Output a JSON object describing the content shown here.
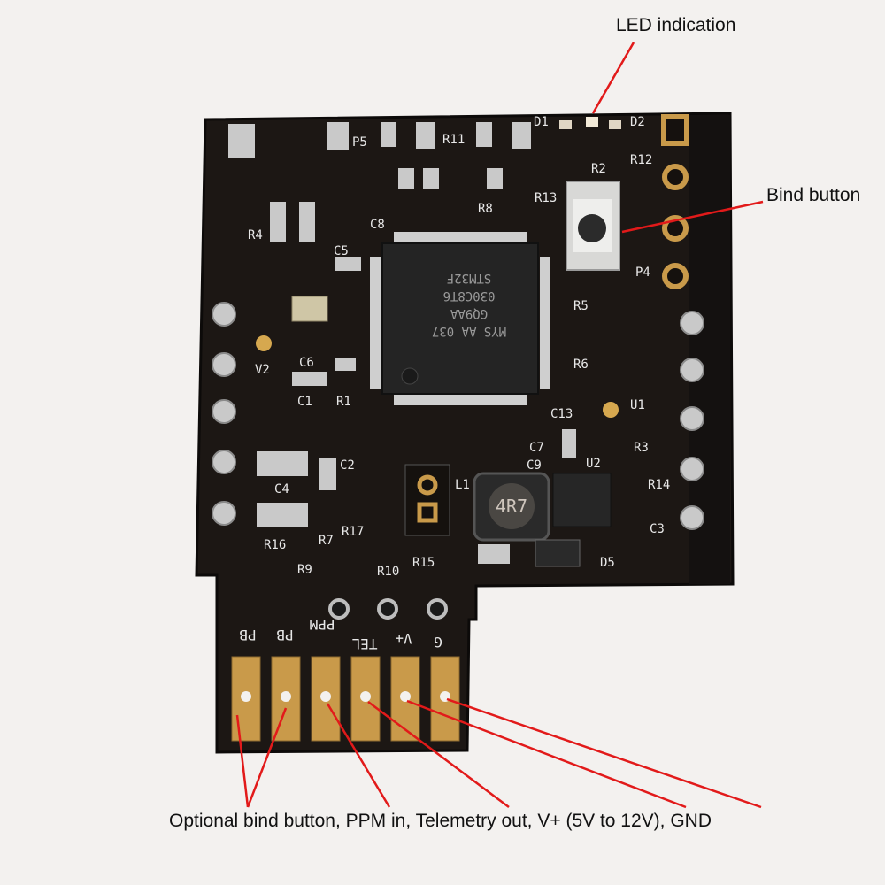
{
  "callouts": {
    "led": "LED indication",
    "bind": "Bind button",
    "pins": "Optional bind button, PPM in, Telemetry out, V+ (5V to 12V), GND"
  },
  "board": {
    "chip_lines": [
      "STM32F",
      "030C8T6",
      "GQ9AA",
      "MYS AA 037"
    ],
    "inductor": "4R7",
    "pad_labels": [
      "PB",
      "PB",
      "PPM",
      "TEL",
      "V+",
      "G"
    ],
    "component_labels": [
      "D1",
      "D2",
      "R12",
      "R13",
      "P4",
      "R5",
      "R6",
      "U1",
      "C13",
      "C7",
      "C9",
      "U2",
      "R3",
      "R14",
      "C3",
      "D5",
      "L1",
      "C5",
      "C8",
      "R8",
      "R4",
      "V2",
      "C6",
      "C1",
      "R1",
      "C2",
      "C4",
      "R16",
      "R7",
      "R17",
      "R9",
      "R10",
      "R15",
      "P5",
      "R11",
      "R2"
    ]
  },
  "colors": {
    "pcb": "#1c1714",
    "silk": "#e8e8e8",
    "gold": "#c99a4a",
    "tin": "#c9c9c9",
    "callout_line": "#e21a1a"
  }
}
